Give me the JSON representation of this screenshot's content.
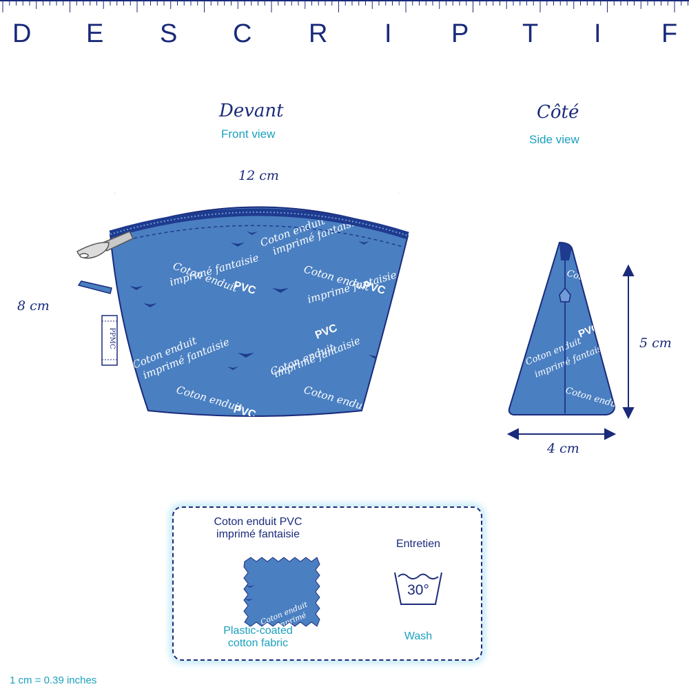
{
  "header": {
    "title_letters": [
      "D",
      "E",
      "S",
      "C",
      "R",
      "I",
      "P",
      "T",
      "I",
      "F"
    ]
  },
  "front_view": {
    "title": "Devant",
    "subtitle": "Front view",
    "width_label": "12 cm",
    "height_label": "8 cm",
    "tag_text": "PPMC",
    "print_phrase_a": "Coton enduit",
    "print_phrase_b": "PVC",
    "print_phrase_c": "imprimé fantaisie"
  },
  "side_view": {
    "title": "Côté",
    "subtitle": "Side view",
    "height_label": "5 cm",
    "width_label": "4 cm"
  },
  "legend": {
    "fabric_line1": "Coton enduit PVC",
    "fabric_line2": "imprimé fantaisie",
    "fabric_en_line1": "Plastic-coated",
    "fabric_en_line2": "cotton fabric",
    "care_title": "Entretien",
    "wash_temp": "30°",
    "care_en": "Wash"
  },
  "footer": {
    "conversion": "1 cm = 0.39 inches"
  },
  "colors": {
    "navy": "#1a2a7a",
    "fabric_blue": "#4a7fc1",
    "teal": "#1ba0bf",
    "glow": "#bfe9f6"
  }
}
